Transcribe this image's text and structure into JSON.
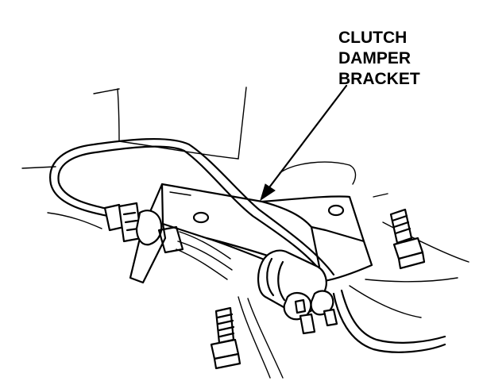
{
  "callout": {
    "lines": [
      "CLUTCH",
      "DAMPER",
      "BRACKET"
    ]
  },
  "icons": {
    "bolts": [
      "bolt-icon",
      "bolt-icon",
      "bolt-icon"
    ],
    "arrow": "arrow-icon"
  },
  "colors": {
    "ink": "#000000",
    "paper": "#ffffff"
  }
}
